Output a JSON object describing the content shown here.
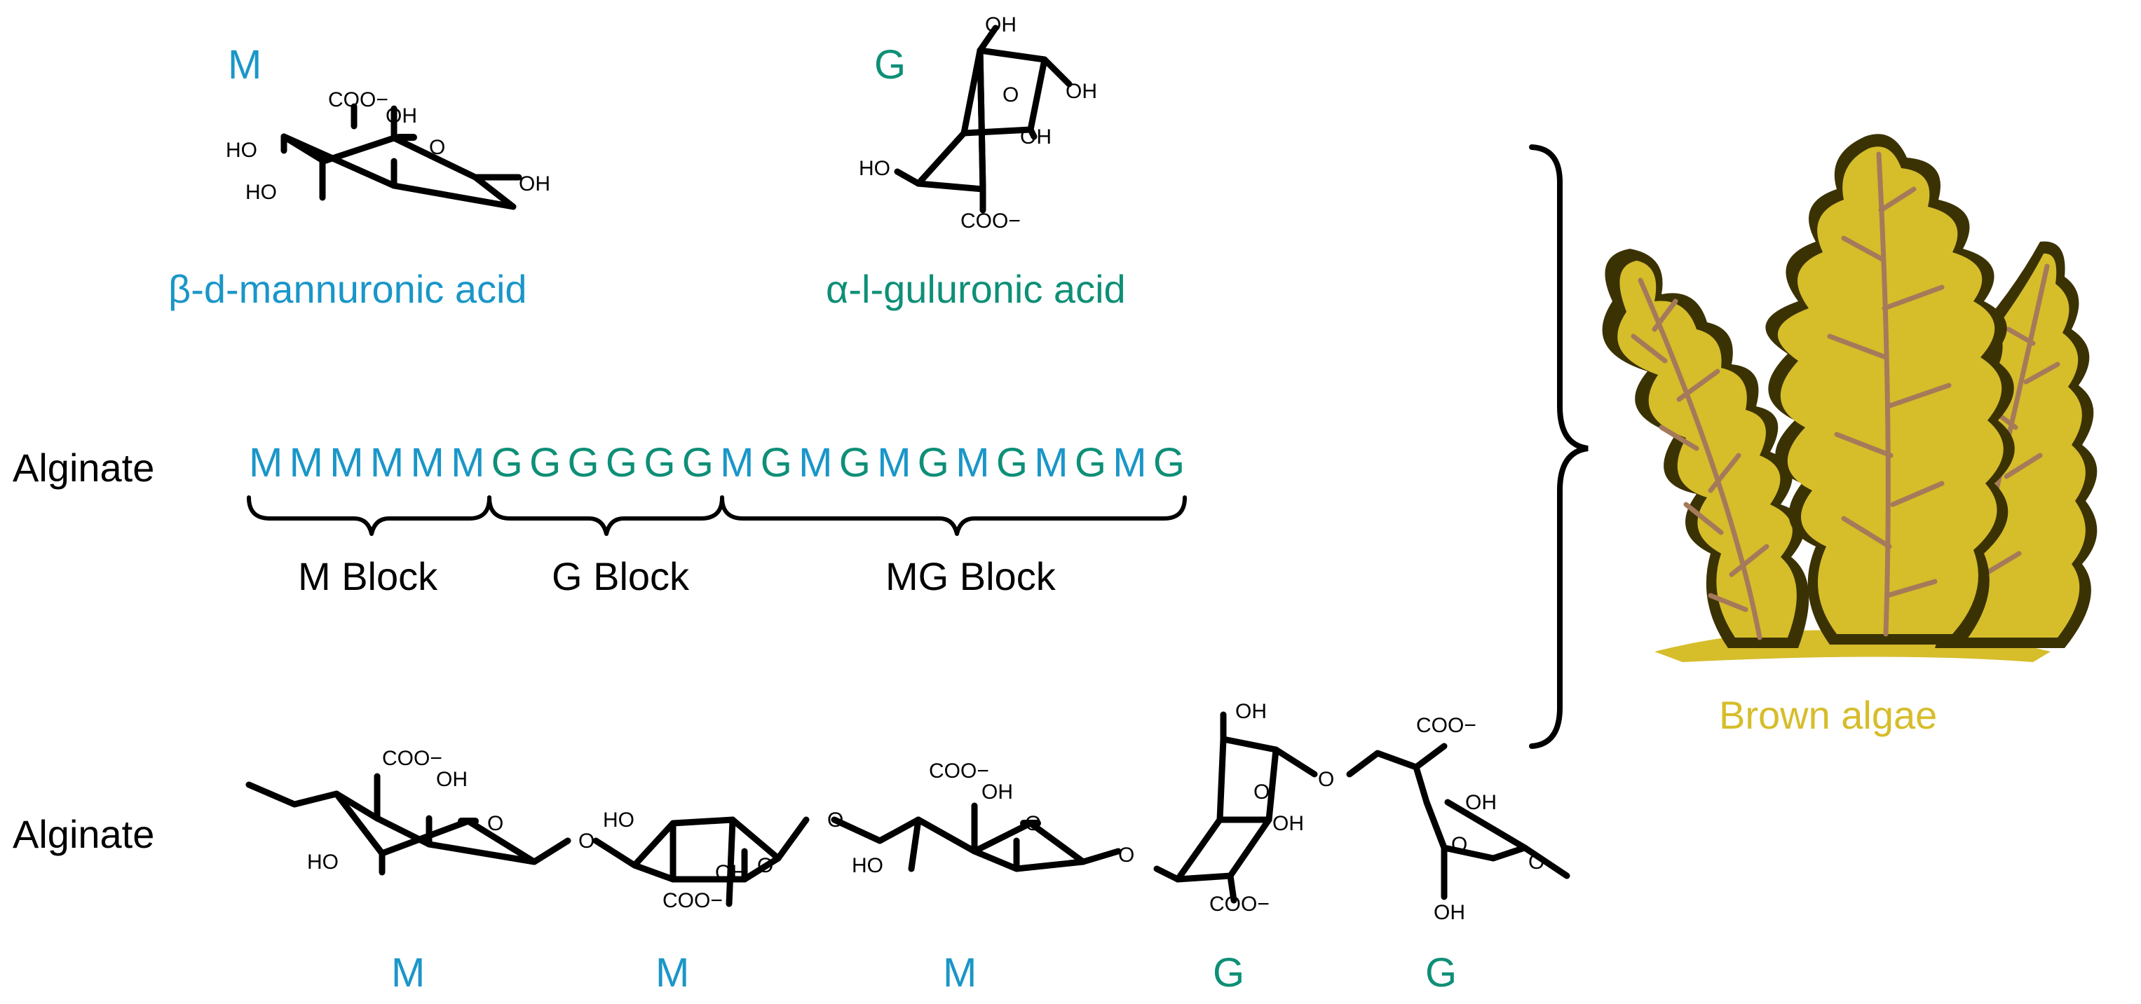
{
  "colors": {
    "mannuronic": "#1a96c8",
    "guluronic": "#0e8f77",
    "algae_body": "#d6bd2a",
    "algae_outline": "#3b3204",
    "algae_veins": "#a47a5a",
    "algae_label": "#d6bd2a",
    "ink": "#000000"
  },
  "monomers": {
    "m": {
      "letter": "M",
      "name": "β-d-mannuronic acid"
    },
    "g": {
      "letter": "G",
      "name": "α-l-guluronic acid"
    }
  },
  "sequence_row": {
    "label": "Alginate",
    "segments": [
      {
        "text": "MMMMMM",
        "type": "M"
      },
      {
        "text": "GGGGGG",
        "type": "G"
      },
      {
        "text": "M",
        "type": "M"
      },
      {
        "text": "G",
        "type": "G"
      },
      {
        "text": "M",
        "type": "M"
      },
      {
        "text": "G",
        "type": "G"
      },
      {
        "text": "M",
        "type": "M"
      },
      {
        "text": "G",
        "type": "G"
      },
      {
        "text": "M",
        "type": "M"
      },
      {
        "text": "G",
        "type": "G"
      },
      {
        "text": "M",
        "type": "M"
      },
      {
        "text": "G",
        "type": "G"
      },
      {
        "text": "M",
        "type": "M"
      },
      {
        "text": "G",
        "type": "G"
      }
    ]
  },
  "blocks": [
    {
      "label": "M Block"
    },
    {
      "label": "G Block"
    },
    {
      "label": "MG Block"
    }
  ],
  "chain": {
    "label": "Alginate",
    "units": [
      {
        "letter": "M",
        "type": "M"
      },
      {
        "letter": "M",
        "type": "M"
      },
      {
        "letter": "M",
        "type": "M"
      },
      {
        "letter": "G",
        "type": "G"
      },
      {
        "letter": "G",
        "type": "G"
      }
    ]
  },
  "chem_labels": {
    "coo": "COO−",
    "oh": "OH",
    "ho": "HO",
    "o": "O"
  },
  "source": {
    "label": "Brown algae"
  }
}
